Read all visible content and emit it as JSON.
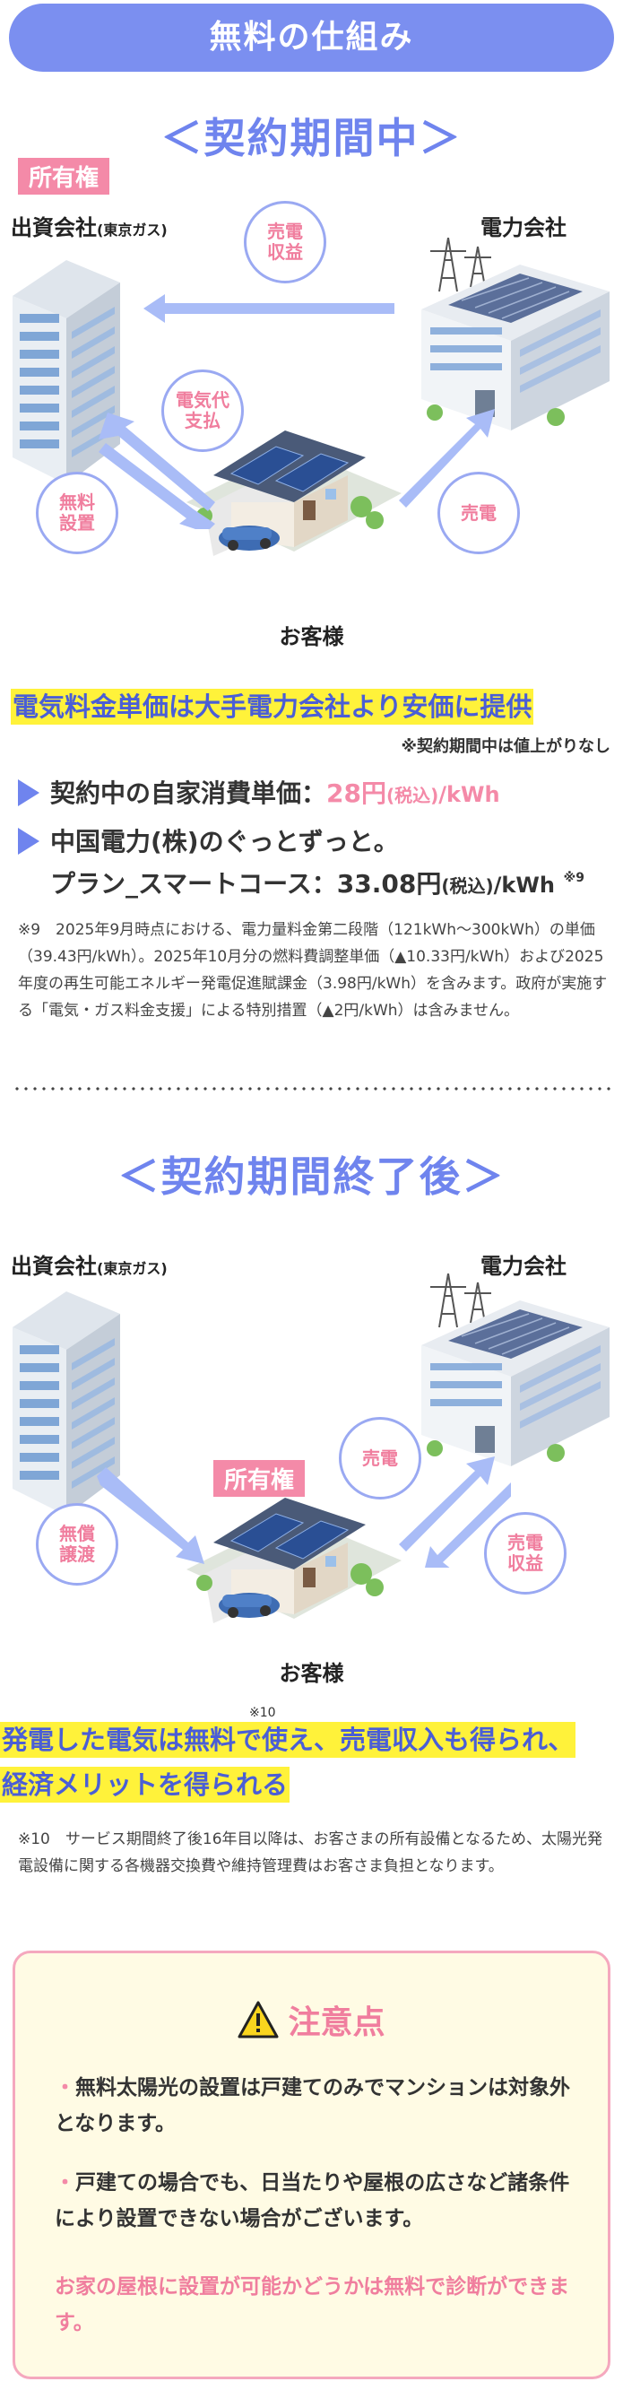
{
  "header": {
    "title": "無料の仕組み"
  },
  "contract": {
    "title": "＜契約期間中＞",
    "ownership_badge": "所有権",
    "investor_label": "出資会社",
    "investor_sub": "(東京ガス)",
    "power_company_label": "電力会社",
    "circles": {
      "sell_income": "売電\n収益",
      "electricity_payment": "電気代\n支払",
      "free_install": "無料\n設置",
      "sell": "売電"
    },
    "customer_label": "お客様",
    "highlight": "電気料金単価は大手電力会社より安価に提供",
    "no_increase_note": "※契約期間中は値上がりなし",
    "bullet1_prefix": "契約中の自家消費単価：",
    "bullet1_price": "28円",
    "bullet1_tax": "(税込)",
    "bullet1_unit": "/kWh",
    "bullet2_line1": "中国電力(株)のぐっとずっと。",
    "bullet2_prefix": "プラン_スマートコース：",
    "bullet2_price": "33.08円",
    "bullet2_tax": "(税込)",
    "bullet2_unit": "/kWh",
    "bullet2_ref": "※9",
    "footnote": "※9　2025年9月時点における、電力量料金第二段階（121kWh〜300kWh）の単価（39.43円/kWh）。2025年10月分の燃料費調整単価（▲10.33円/kWh）および2025年度の再生可能エネルギー発電促進賦課金（3.98円/kWh）を含みます。政府が実施する「電気・ガス料金支援」による特別措置（▲2円/kWh）は含みません。"
  },
  "after": {
    "title": "＜契約期間終了後＞",
    "investor_label": "出資会社",
    "investor_sub": "(東京ガス)",
    "power_company_label": "電力会社",
    "ownership_badge": "所有権",
    "circles": {
      "free_transfer": "無償\n譲渡",
      "sell": "売電",
      "sell_income": "売電\n収益"
    },
    "customer_label": "お客様",
    "ref_mark": "※10",
    "highlight_line1": "発電した電気は無料で使え、売電収入も得られ、",
    "highlight_line2": "経済メリットを得られる",
    "footnote": "※10　サービス期間終了後16年目以降は、お客さまの所有設備となるため、太陽光発電設備に関する各機器交換費や維持管理費はお客さま負担となります。"
  },
  "caution": {
    "title": "注意点",
    "item1": "無料太陽光の設置は戸建てのみでマンションは対象外となります。",
    "item2": "戸建ての場合でも、日当たりや屋根の広さなど諸条件により設置できない場合がございます。",
    "pink_note": "お家の屋根に設置が可能かどうかは無料で診断ができます。"
  },
  "colors": {
    "accent": "#7b8ff0",
    "pink": "#f48aa8",
    "highlight": "#fff23a"
  }
}
